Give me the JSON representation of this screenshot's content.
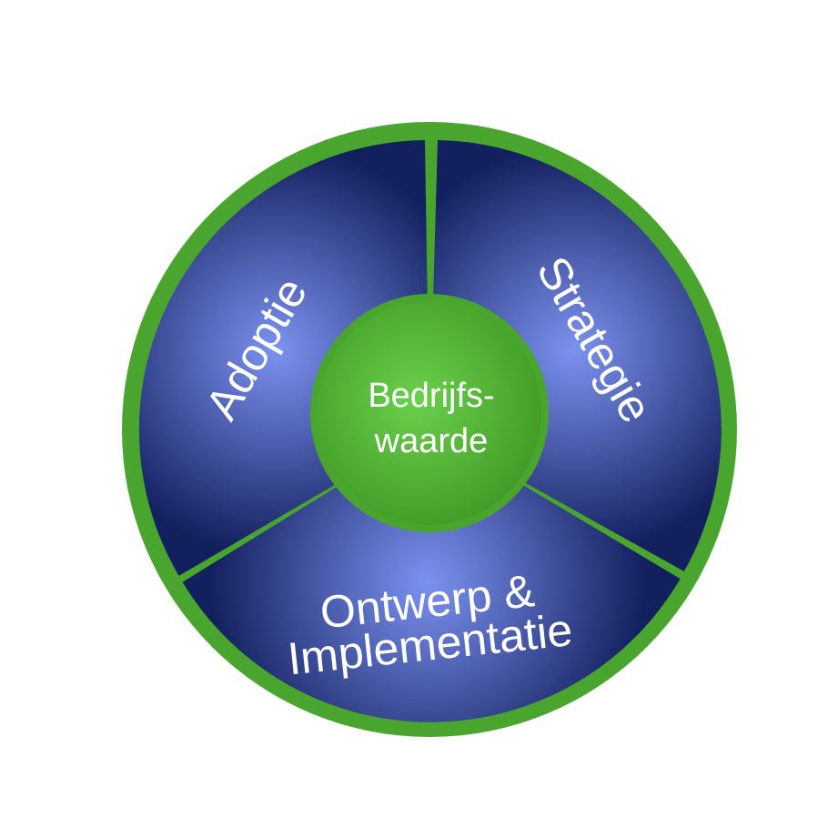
{
  "diagram": {
    "segments": [
      {
        "id": "adoptie",
        "label": "Adoptie"
      },
      {
        "id": "strategie",
        "label": "Strategie"
      },
      {
        "id": "ontwerp",
        "line1": "Ontwerp &",
        "line2": "Implementatie"
      }
    ],
    "center": {
      "line1": "Bedrijfs-",
      "line2": "waarde"
    },
    "colors": {
      "ring": "#4aa52e",
      "segment_dark": "#13205e",
      "segment_light": "#7c92f0",
      "center_light": "#6bd04c",
      "center_dark": "#3f9a25"
    }
  }
}
